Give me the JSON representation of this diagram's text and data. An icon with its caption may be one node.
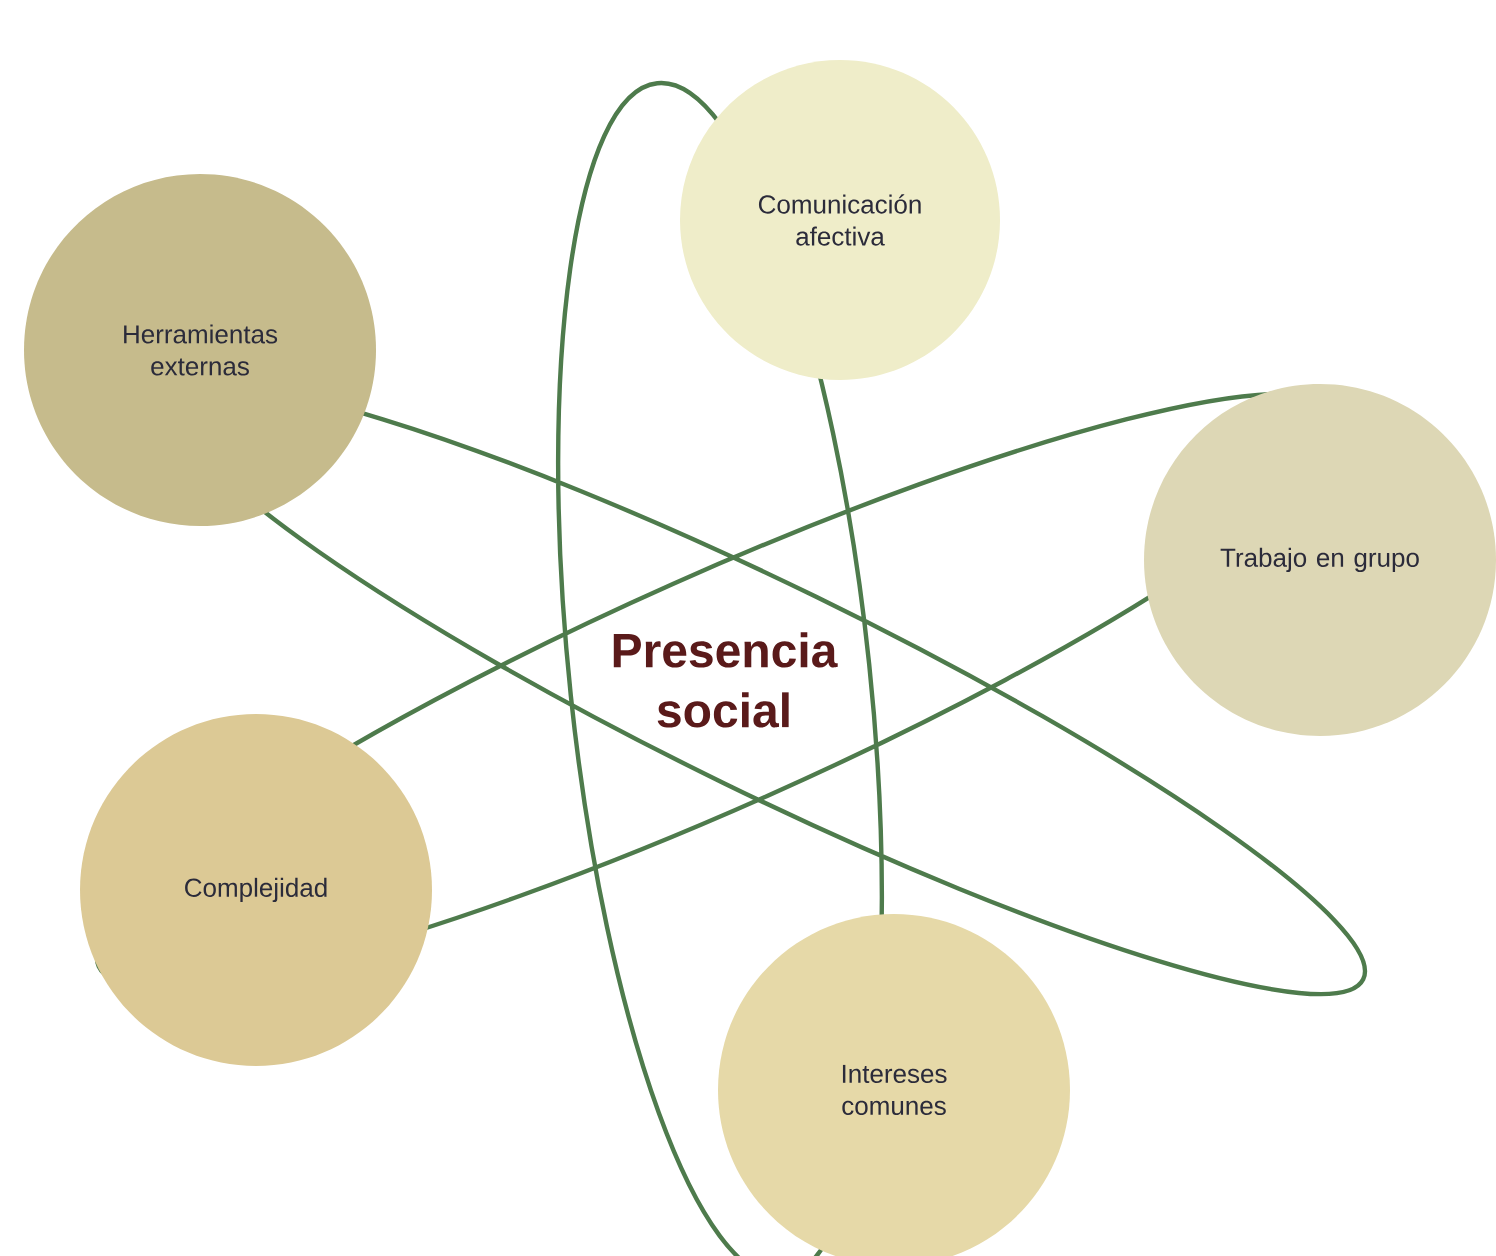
{
  "diagram": {
    "nodes": [
      {
        "text": [
          "Comunicación afectiva"
        ]
      },
      {
        "text": [
          "Herramientas externas"
        ]
      },
      {
        "text": [
          "Trabajo en grupo"
        ]
      },
      {
        "text": [
          "Complejidad"
        ]
      },
      {
        "text": [
          "Intereses comunes"
        ]
      }
    ],
    "labels": [
      "Presencia social"
    ]
  }
}
